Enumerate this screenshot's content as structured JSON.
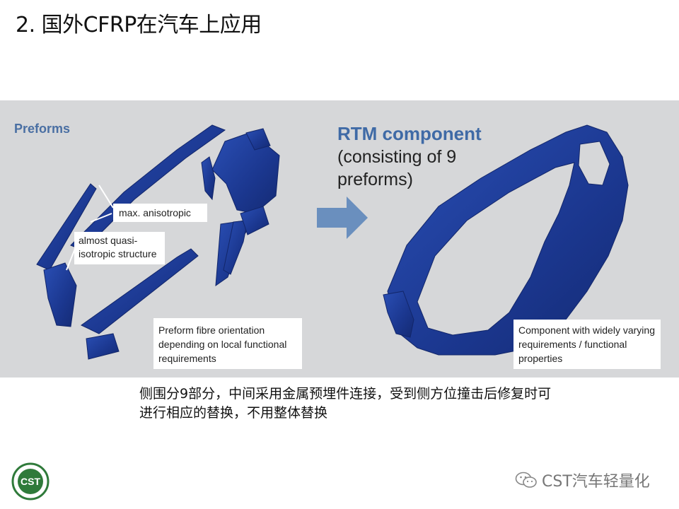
{
  "slide": {
    "title": "2. 国外CFRP在汽车上应用"
  },
  "figure": {
    "preforms_label": "Preforms",
    "rtm_title": "RTM component",
    "rtm_subtitle": "(consisting of 9 preforms)",
    "callouts": {
      "max_anisotropic": "max. anisotropic",
      "quasi_isotropic": "almost quasi-isotropic structure",
      "preform_orientation": "Preform fibre orientation depending on local functional requirements",
      "component_requirements": "Component with widely varying requirements / functional properties"
    },
    "colors": {
      "panel_background": "#d6d7d9",
      "part_blue": "#1f3f9c",
      "arrow": "#6a8fbe"
    },
    "icons": [
      "right-arrow-icon"
    ]
  },
  "caption": {
    "line1": "侧围分9部分，中间采用金属预埋件连接，受到侧方位撞击后修复时可",
    "line2": "进行相应的替换，不用整体替换"
  },
  "footer": {
    "brand": "CST汽车轻量化",
    "logo_text": "CST",
    "icons": [
      "cst-logo-icon",
      "wechat-icon"
    ]
  }
}
